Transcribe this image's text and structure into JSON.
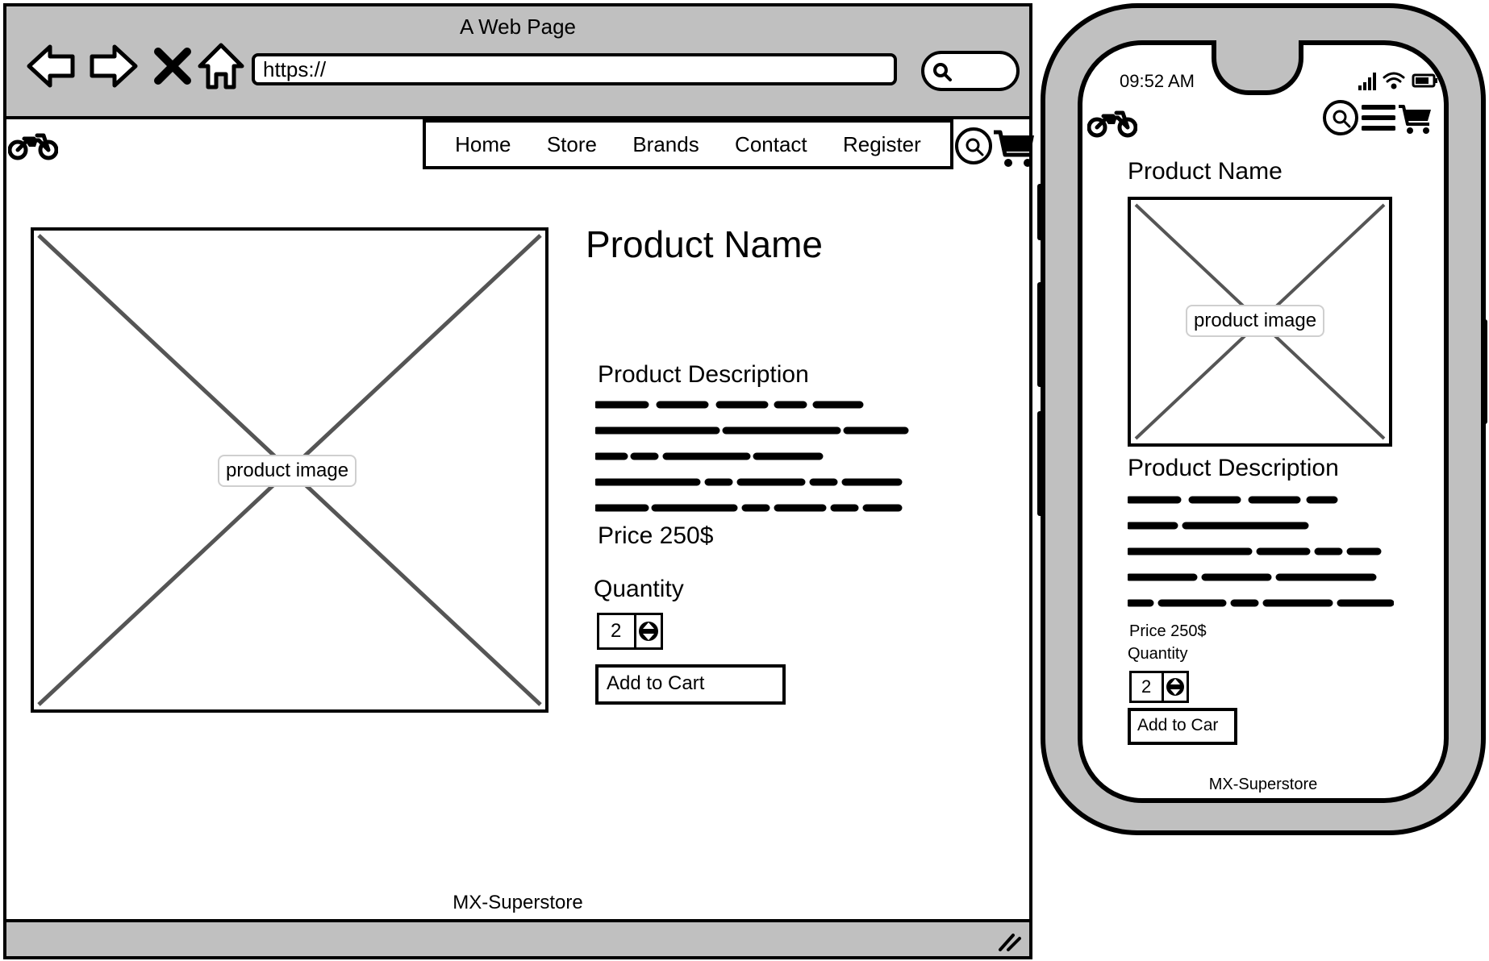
{
  "browser": {
    "title": "A Web Page",
    "url": "https://",
    "nav": [
      "Home",
      "Store",
      "Brands",
      "Contact",
      "Register"
    ],
    "product": {
      "name": "Product Name",
      "image_label": "product image",
      "description_title": "Product Description",
      "price": "Price 250$",
      "quantity_label": "Quantity",
      "quantity_value": "2",
      "add_to_cart": "Add to Cart"
    },
    "footer": "MX-Superstore"
  },
  "phone": {
    "time": "09:52 AM",
    "product": {
      "name": "Product Name",
      "image_label": "product image",
      "description_title": "Product Description",
      "price": "Price 250$",
      "quantity_label": "Quantity",
      "quantity_value": "2",
      "add_to_cart": "Add to Car"
    },
    "footer": "MX-Superstore"
  },
  "icons": {
    "back": "arrow-left-icon",
    "forward": "arrow-right-icon",
    "stop": "close-icon",
    "home": "home-icon",
    "search": "search-icon",
    "cart": "cart-icon",
    "logo": "motorcycle-icon",
    "menu": "hamburger-menu-icon",
    "signal": "signal-icon",
    "wifi": "wifi-icon",
    "battery": "battery-icon"
  },
  "colors": {
    "chrome": "#c0c0c0",
    "ink": "#000000",
    "placeholder_line": "#555555"
  }
}
